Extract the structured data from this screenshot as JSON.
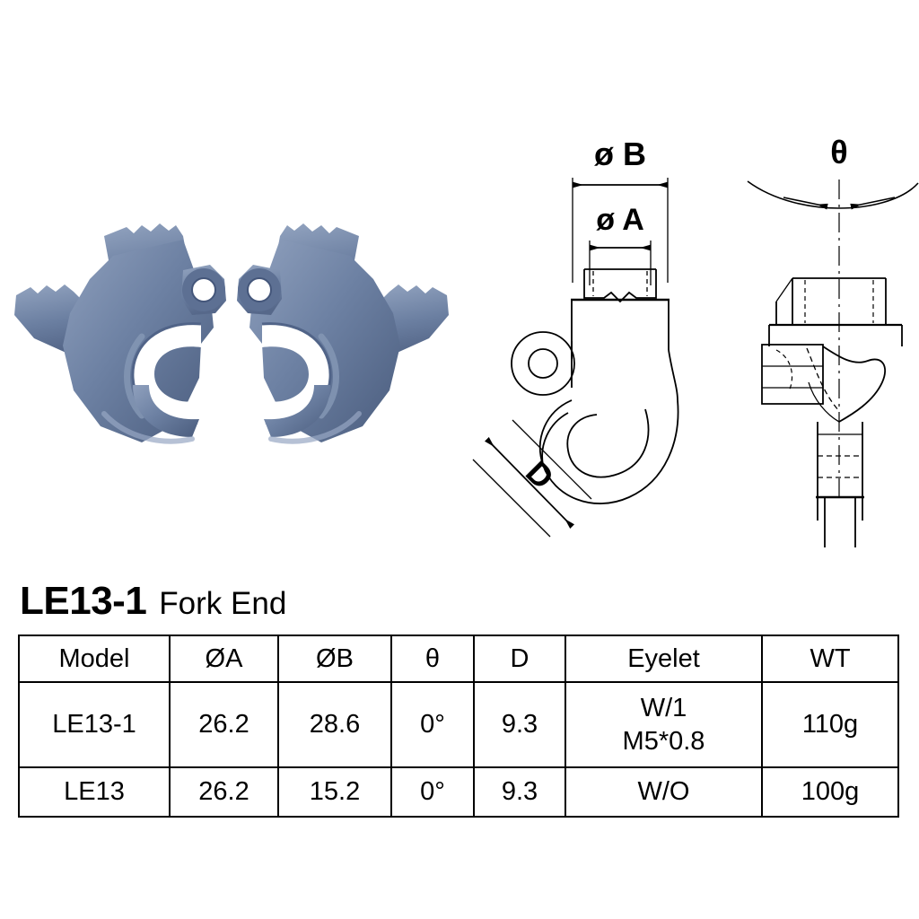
{
  "product": {
    "model": "LE13-1",
    "description": "Fork End"
  },
  "drawing": {
    "front_view": {
      "dim_b_label": "ø B",
      "dim_a_label": "ø A",
      "dim_d_label": "D",
      "eyelet_icon": "eyelet-ring"
    },
    "side_view": {
      "dim_theta_label": "θ"
    }
  },
  "photos": {
    "left_part": "fork-end-left-isometric",
    "right_part": "fork-end-right-isometric",
    "body_color": "#6d81a3",
    "highlight_color": "#8fa0bd",
    "shadow_color": "#4a5c7d"
  },
  "table": {
    "headers": [
      "Model",
      "ØA",
      "ØB",
      "θ",
      "D",
      "Eyelet",
      "WT"
    ],
    "rows": [
      {
        "model": "LE13-1",
        "dia_a": "26.2",
        "dia_b": "28.6",
        "theta": "0°",
        "d": "9.3",
        "eyelet_line1": "W/1",
        "eyelet_line2": "M5*0.8",
        "wt": "110g"
      },
      {
        "model": "LE13",
        "dia_a": "26.2",
        "dia_b": "15.2",
        "theta": "0°",
        "d": "9.3",
        "eyelet_line1": "W/O",
        "eyelet_line2": "",
        "wt": "100g"
      }
    ]
  },
  "colors": {
    "line": "#000000",
    "background": "#ffffff"
  }
}
